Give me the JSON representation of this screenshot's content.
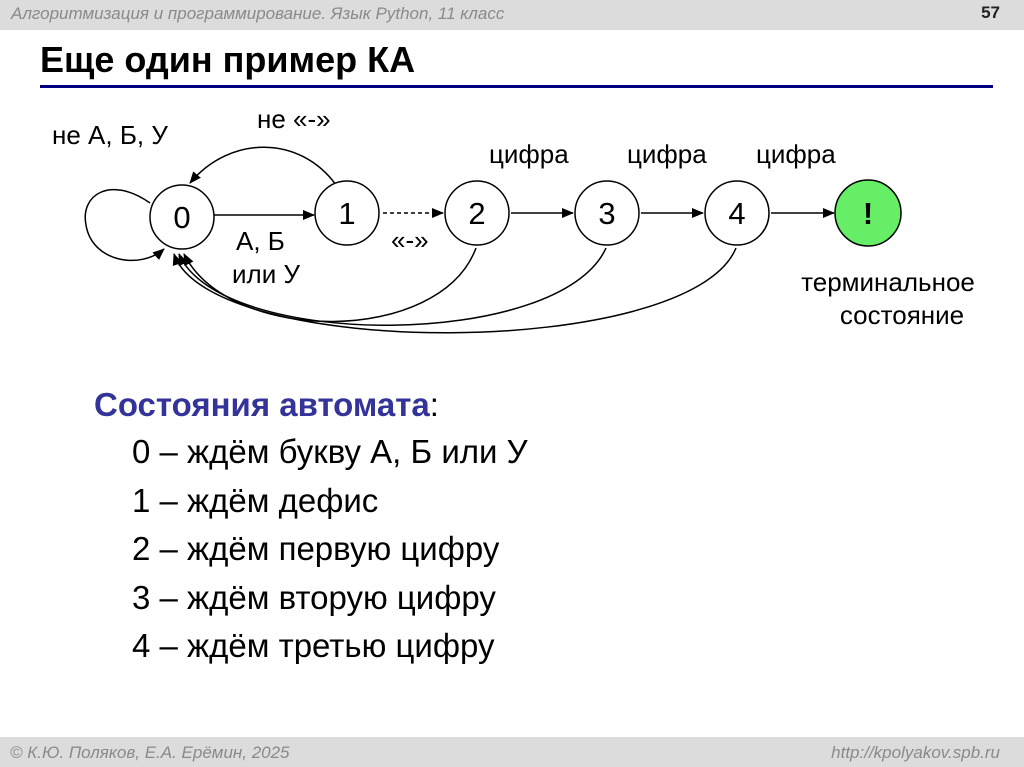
{
  "header": {
    "course": "Алгоритмизация и программирование. Язык Python, 11 класс",
    "page_number": "57"
  },
  "title": "Еще один пример КА",
  "diagram": {
    "states": [
      "0",
      "1",
      "2",
      "3",
      "4",
      "!"
    ],
    "terminal_color": "#66ee66",
    "labels": {
      "loop_0": "не А, Б, У",
      "t_1_0": "не «-»",
      "t_0_1_line1": "А, Б",
      "t_0_1_line2": "или У",
      "t_1_2": "«-»",
      "t_2_3": "цифра",
      "t_3_4": "цифра",
      "t_4_5": "цифра",
      "terminal_line1": "терминальное",
      "terminal_line2": "состояние"
    }
  },
  "states_section": {
    "heading": "Состояния автомата",
    "colon": ":",
    "items": [
      "0 – ждём букву А, Б или У",
      "1 – ждём дефис",
      "2 – ждём первую цифру",
      "3 – ждём вторую цифру",
      "4 – ждём третью цифру"
    ]
  },
  "footer": {
    "copyright": "© К.Ю. Поляков, Е.А. Ерёмин, 2025",
    "url": "http://kpolyakov.spb.ru"
  }
}
